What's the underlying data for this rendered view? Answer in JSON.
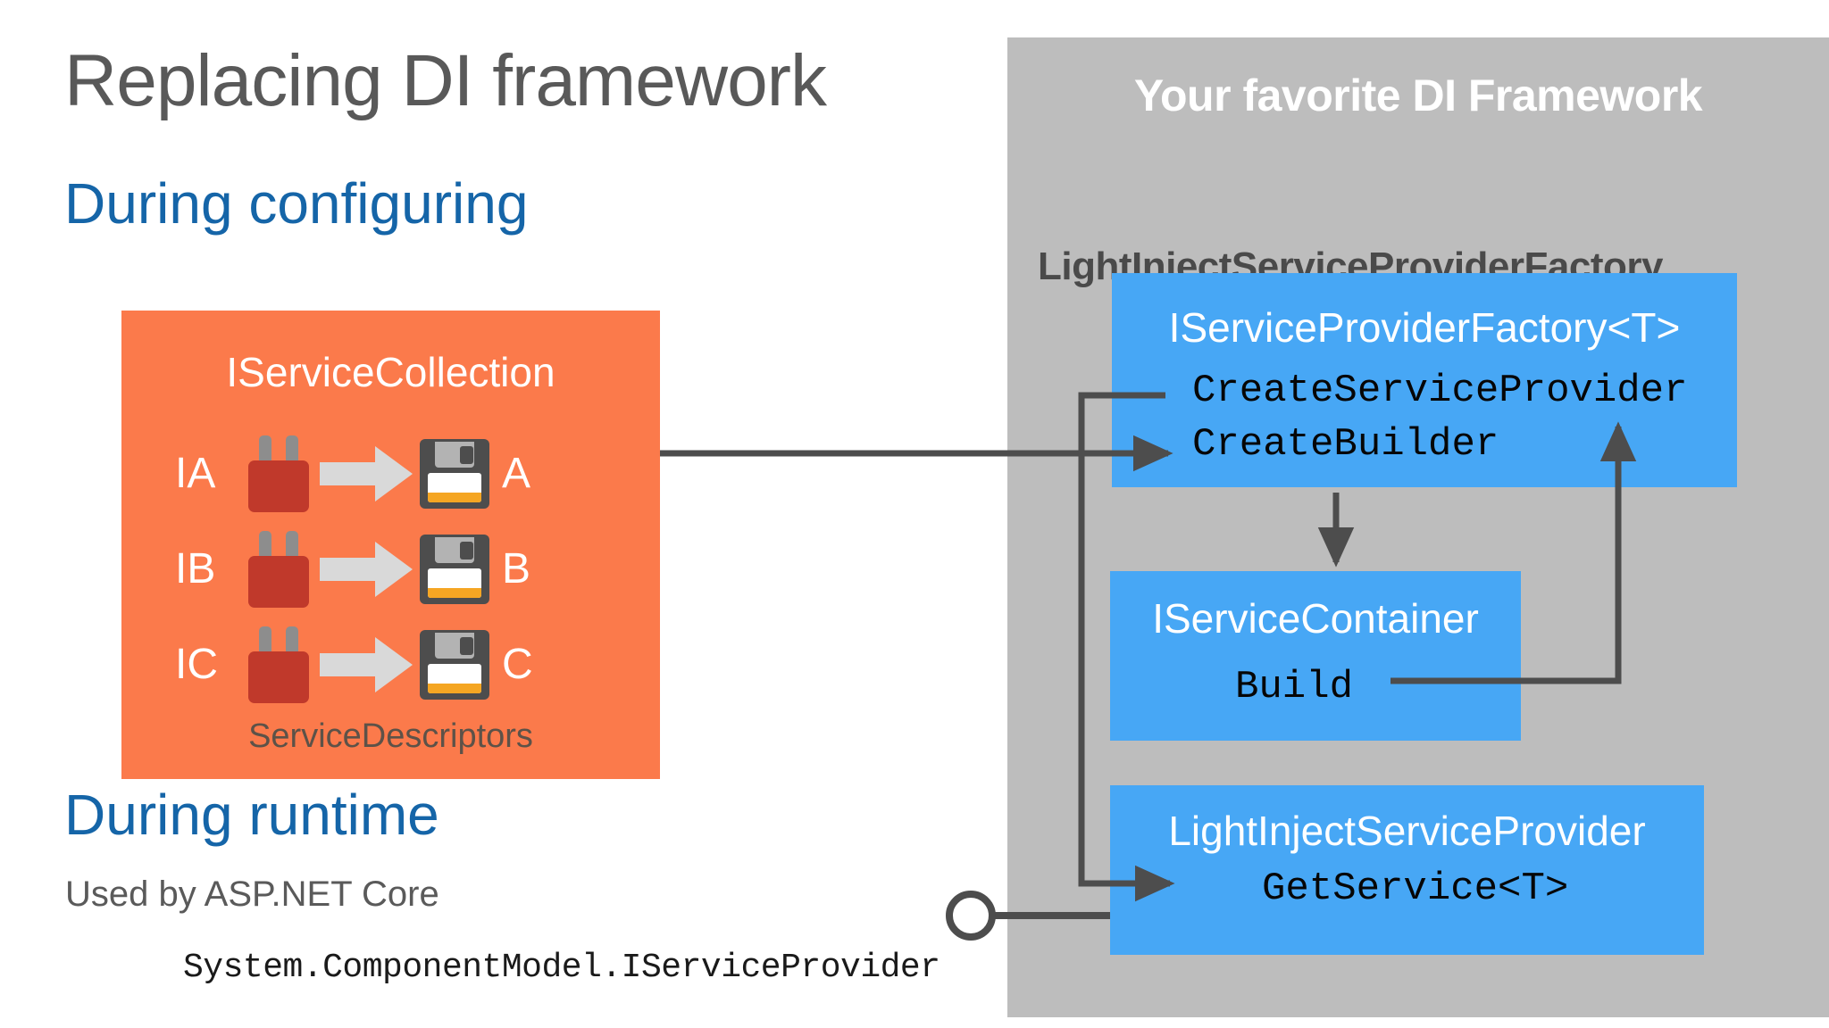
{
  "slide": {
    "title": "Replacing DI framework",
    "sections": {
      "configuring": "During configuring",
      "runtime": "During runtime"
    },
    "runtime_note": "Used by ASP.NET Core",
    "runtime_code": "System.ComponentModel.IServiceProvider"
  },
  "service_collection": {
    "title": "IServiceCollection",
    "footer": "ServiceDescriptors",
    "rows": [
      {
        "interface": "IA",
        "implementation": "A",
        "from_icon": "plug-icon",
        "arrow_icon": "right-arrow-icon",
        "to_icon": "floppy-disk-icon"
      },
      {
        "interface": "IB",
        "implementation": "B",
        "from_icon": "plug-icon",
        "arrow_icon": "right-arrow-icon",
        "to_icon": "floppy-disk-icon"
      },
      {
        "interface": "IC",
        "implementation": "C",
        "from_icon": "plug-icon",
        "arrow_icon": "right-arrow-icon",
        "to_icon": "floppy-disk-icon"
      }
    ]
  },
  "framework": {
    "title": "Your favorite DI Framework",
    "group_label": "LightInjectServiceProviderFactory",
    "boxes": [
      {
        "title": "IServiceProviderFactory<T>",
        "members": [
          "CreateServiceProvider",
          "CreateBuilder"
        ]
      },
      {
        "title": "IServiceContainer",
        "members": [
          "Build"
        ]
      },
      {
        "title": "LightInjectServiceProvider",
        "members": [
          "GetService<T>"
        ]
      }
    ]
  },
  "colors": {
    "title_gray": "#595959",
    "section_blue": "#1565a8",
    "orange_panel": "#fb7a4b",
    "gray_panel": "#bdbdbd",
    "blue_box": "#47a7f5",
    "connector": "#4d4d4d",
    "plug_red": "#c0392b",
    "floppy_body": "#4d4d4d",
    "floppy_strip": "#f5a623",
    "arrow_fill": "#d9d9d9"
  }
}
